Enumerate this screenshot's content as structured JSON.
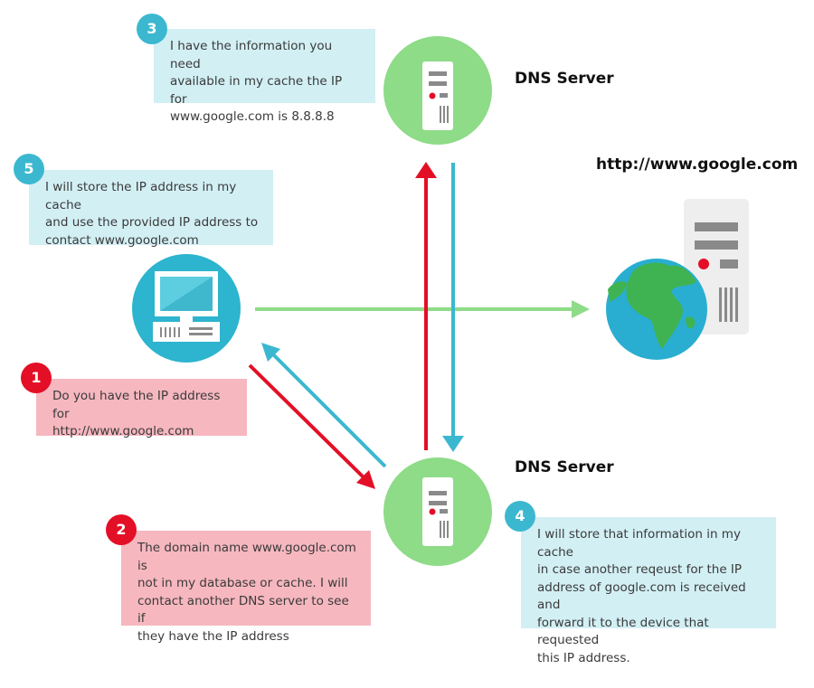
{
  "labels": {
    "dns_top": "DNS Server",
    "dns_bottom": "DNS Server",
    "website": "http://www.google.com"
  },
  "steps": [
    {
      "number": "1",
      "text": "Do you have the IP address for\nhttp://www.google.com"
    },
    {
      "number": "2",
      "text": "The domain name www.google.com is\nnot in my database or cache. I will\ncontact another DNS server to see if\nthey have the IP address"
    },
    {
      "number": "3",
      "text": "I have the information you need\navailable in my cache the IP for\nwww.google.com is 8.8.8.8"
    },
    {
      "number": "4",
      "text": "I will store that information in my cache\nin case another reqeust for the IP\naddress of google.com is received and\nforward it to the device that requested\nthis IP address."
    },
    {
      "number": "5",
      "text": "I will store the IP address in my cache\nand use the provided IP address to\ncontact www.google.com"
    }
  ],
  "colors": {
    "red": "#e30f26",
    "blue": "#3bb8cf",
    "green": "#8edb88",
    "note_blue": "#d2eff4",
    "note_red": "#f6b7bf",
    "computer_circle": "#2db4cf"
  },
  "icons": [
    "computer-icon",
    "server-icon",
    "globe-icon"
  ]
}
